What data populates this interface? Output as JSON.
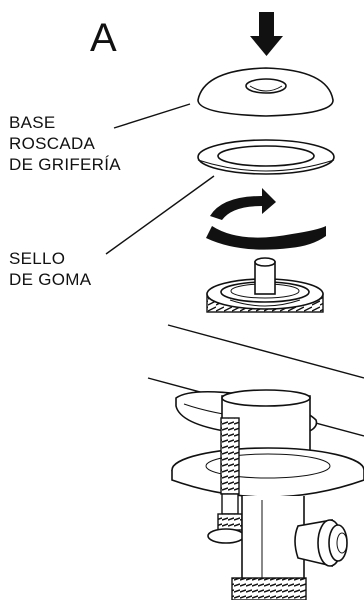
{
  "step_letter": "A",
  "labels": {
    "base": [
      "BASE",
      "ROSCADA",
      "DE GRIFERÍA"
    ],
    "seal": [
      "SELLO",
      "DE GOMA"
    ]
  },
  "icons": [
    "down-arrow-icon",
    "rotation-arrow-icon"
  ]
}
